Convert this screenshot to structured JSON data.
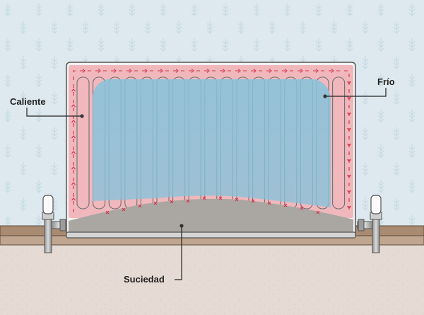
{
  "labels": {
    "hot": "Caliente",
    "cold": "Frío",
    "dirt": "Suciedad"
  },
  "colors": {
    "wall": "#dde9ee",
    "wall_pattern": "#c9dbe3",
    "floor": "#e6dbd4",
    "skirting": "#b89a80",
    "radiator_frame": "#f2f2f2",
    "hot_zone": "#f0b7bc",
    "cold_zone": "#8cc4dc",
    "dirt": "#a9a6a3",
    "flow_marks": "#d9304a",
    "outline": "#555555"
  },
  "icons": {
    "valve_left": "thermostatic-valve-icon",
    "valve_right": "lockshield-valve-icon"
  }
}
